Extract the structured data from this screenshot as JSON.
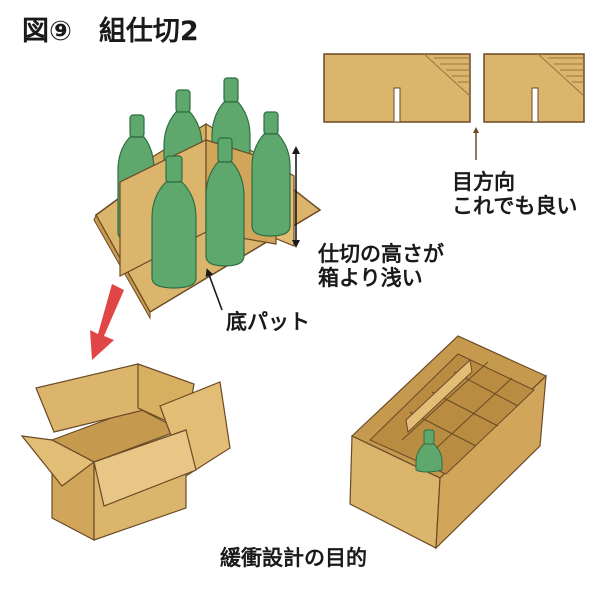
{
  "figure": {
    "title": "図⑨　組仕切2"
  },
  "labels": {
    "grain_direction": "目方向\nこれでも良い",
    "divider_height": "仕切の高さが\n箱より浅い",
    "bottom_pad": "底パット",
    "caption": "緩衝設計の目的"
  },
  "colors": {
    "cardboard": "#dcb56c",
    "cardboard_dark": "#c69a4e",
    "outline": "#6b4a26",
    "bottle": "#5ea86e",
    "bottle_dark": "#3e8a55",
    "arrow": "#e04646"
  },
  "icons": [
    "bottle-icon",
    "down-arrow-icon"
  ]
}
